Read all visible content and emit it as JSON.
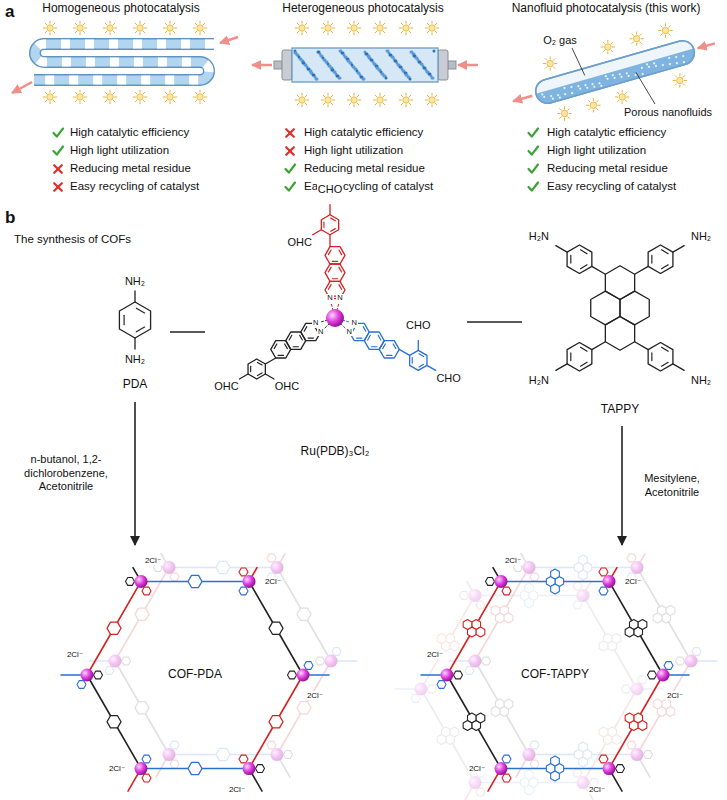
{
  "diagram": {
    "nodes": [
      {
        "text": [
          "Homogeneous photocatalysis",
          "High catalytic efficiency",
          "High light utilization",
          "Reducing metal residue",
          "Easy recycling of catalyst"
        ]
      },
      {
        "text": [
          "Heterogeneous photocatalysis",
          "High catalytic efficiency",
          "High light utilization",
          "Reducing metal residue",
          "Easy recycling of catalyst"
        ]
      },
      {
        "text": [
          "Nanofluid photocatalysis (this work)",
          "O₂ gas",
          "Porous nanofluids",
          "High catalytic efficiency",
          "High light utilization",
          "Reducing metal residue",
          "Easy recycling of catalyst"
        ]
      },
      {
        "text": [
          "NH₂",
          "NH₂",
          "PDA"
        ]
      },
      {
        "text": [
          "OHC",
          "CHO",
          "CHO",
          "CHO",
          "OHC",
          "OHC",
          "N",
          "N",
          "N",
          "N",
          "N",
          "N",
          "Ru(PDB)₃Cl₂"
        ]
      },
      {
        "text": [
          "H₂N",
          "NH₂",
          "H₂N",
          "NH₂",
          "TAPPY"
        ]
      },
      {
        "text": [
          "COF-PDA",
          "2Cl⁻",
          "2Cl⁻",
          "2Cl⁻",
          "2Cl⁻",
          "2Cl⁻",
          "2Cl⁻"
        ]
      },
      {
        "text": [
          "COF-TAPPY",
          "2Cl⁻",
          "2Cl⁻",
          "2Cl⁻",
          "2Cl⁻",
          "2Cl⁻",
          "2Cl⁻"
        ]
      }
    ],
    "edges": [
      {
        "from": 3,
        "to": 4,
        "arrow": "none"
      },
      {
        "from": 4,
        "to": 5,
        "arrow": "none"
      },
      {
        "from": 3,
        "to": 6,
        "arrow": "to",
        "label": "n-butanol, 1,2-dichlorobenzene, Acetonitrile"
      },
      {
        "from": 5,
        "to": 7,
        "arrow": "to",
        "label": "Mesitylene, Acetonitrile"
      }
    ],
    "labels": [
      "a",
      "b",
      "The synthesis of COFs"
    ]
  }
}
